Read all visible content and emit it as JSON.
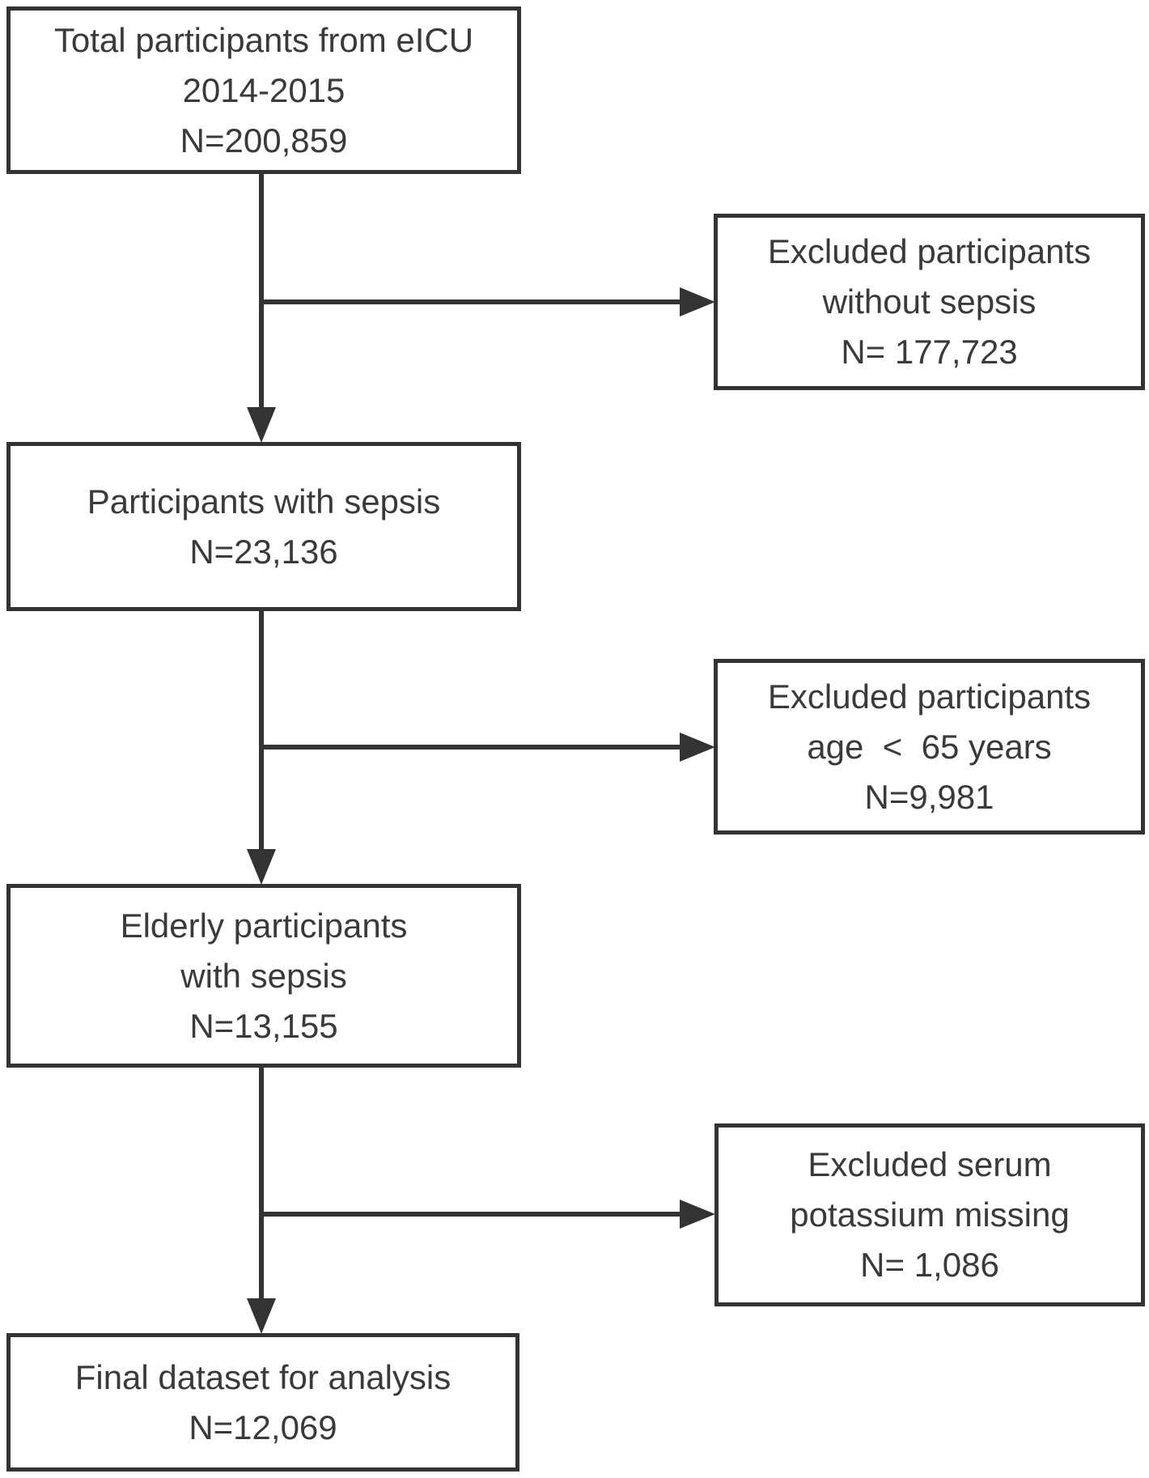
{
  "colors": {
    "line": "#333333",
    "text": "#3a3a3a",
    "background": "#ffffff"
  },
  "flowchart": {
    "total": {
      "lines": [
        "Total participants from eICU",
        "2014-2015",
        "N=200,859"
      ]
    },
    "excluded_no_sepsis": {
      "lines": [
        "Excluded participants",
        "without sepsis",
        "N= 177,723"
      ]
    },
    "sepsis": {
      "lines": [
        "Participants with sepsis",
        "N=23,136"
      ]
    },
    "excluded_age": {
      "lines": [
        "Excluded participants",
        "age  <  65 years",
        "N=9,981"
      ]
    },
    "elderly": {
      "lines": [
        "Elderly participants",
        "with sepsis",
        "N=13,155"
      ]
    },
    "excluded_potassium": {
      "lines": [
        "Excluded serum",
        "potassium missing",
        "N= 1,086"
      ]
    },
    "final": {
      "lines": [
        "Final dataset for analysis",
        "N=12,069"
      ]
    }
  }
}
